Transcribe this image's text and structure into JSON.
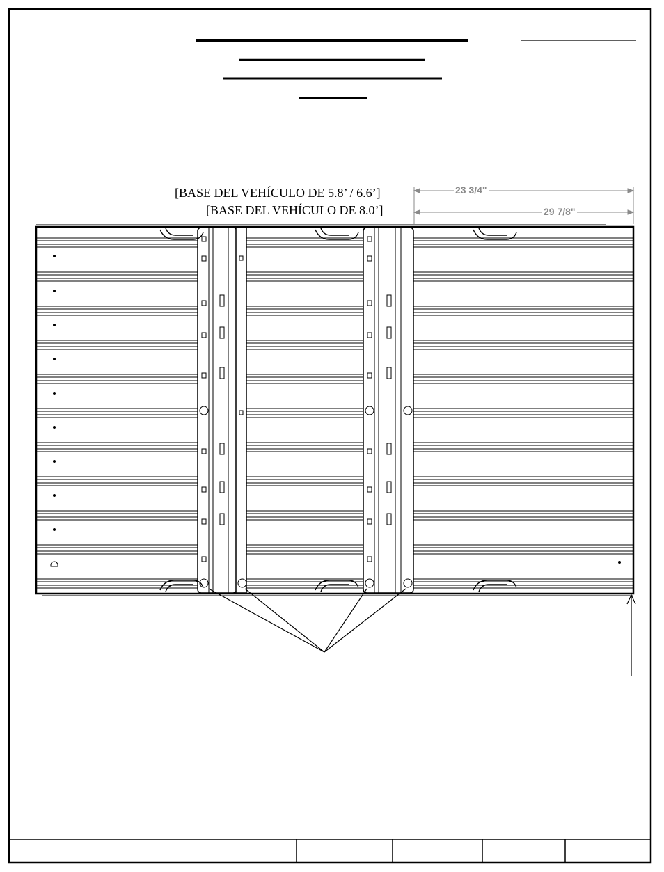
{
  "labels": {
    "base_short": "[BASE DEL VEHÍCULO DE 5.8’ / 6.6’]",
    "base_long": "[BASE DEL VEHÍCULO DE 8.0’]"
  },
  "dimensions": {
    "short": "23 3/4\"",
    "long": "29 7/8\""
  },
  "colors": {
    "line": "#000000",
    "dimension": "#8a8a8a",
    "background": "#ffffff"
  }
}
